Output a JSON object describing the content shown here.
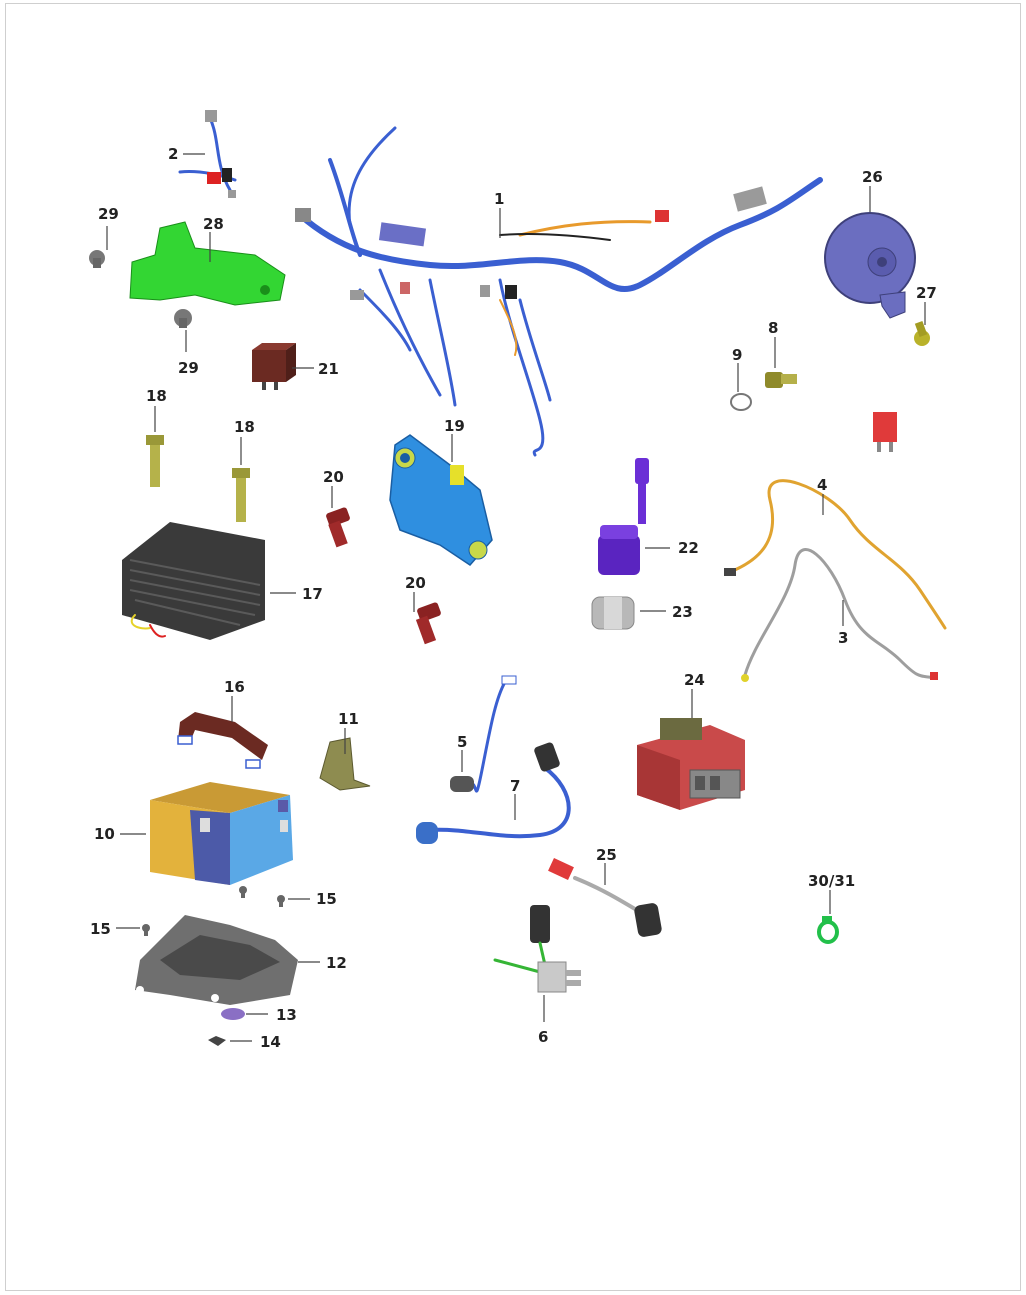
{
  "callouts": {
    "c1": "1",
    "c2": "2",
    "c3": "3",
    "c4": "4",
    "c5": "5",
    "c6": "6",
    "c7": "7",
    "c8": "8",
    "c9": "9",
    "c10": "10",
    "c11": "11",
    "c12": "12",
    "c13": "13",
    "c14": "14",
    "c15a": "15",
    "c15b": "15",
    "c16": "16",
    "c17": "17",
    "c18a": "18",
    "c18b": "18",
    "c19": "19",
    "c20a": "20",
    "c20b": "20",
    "c21": "21",
    "c22": "22",
    "c23": "23",
    "c24": "24",
    "c25": "25",
    "c26": "26",
    "c27": "27",
    "c28": "28",
    "c29a": "29",
    "c29b": "29",
    "c30": "30/31"
  },
  "colors": {
    "harness_blue": "#3a5fd1",
    "bracket_green": "#33d633",
    "sensor_blue": "#2f8fe0",
    "relay_red": "#c94a4a",
    "bolt_red": "#a02a2a",
    "battery_blue": "#5aa8e6",
    "battery_yellow": "#e3b23c",
    "horn_purple": "#6b6ec0",
    "regulator_gray": "#3a3a3a",
    "tray_gray": "#6f6f6f"
  }
}
